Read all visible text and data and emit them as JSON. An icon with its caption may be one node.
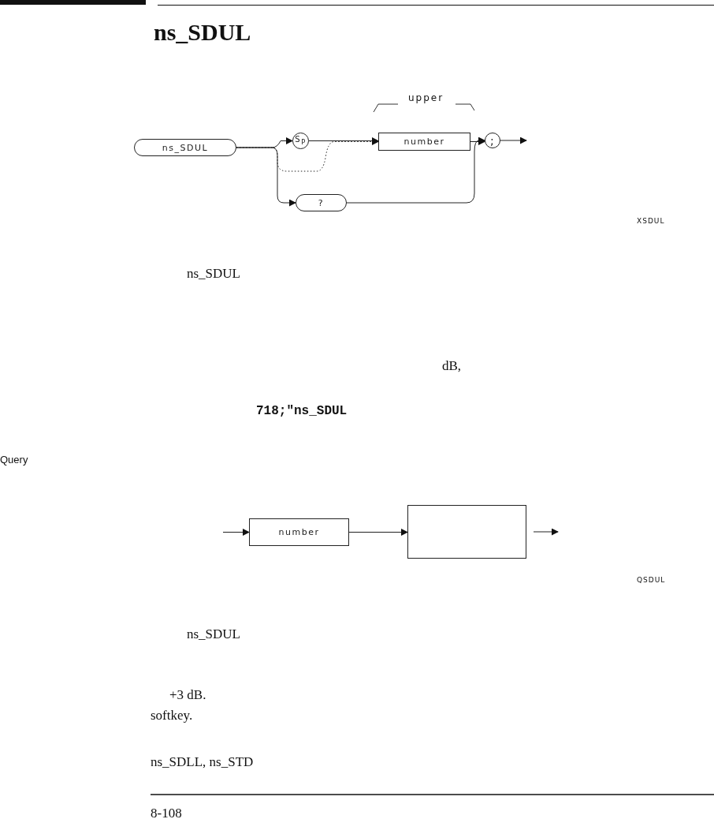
{
  "diagram": {
    "title": "ns_SDUL",
    "nodes": [
      {
        "text": [
          "ns_SDUL"
        ]
      },
      {
        "text": [
          "S$_{P}$"
        ]
      },
      {
        "text": [
          "number"
        ]
      },
      {
        "text": [
          ";"
        ]
      },
      {
        "text": [
          "?"
        ]
      },
      {
        "text": [
          "number"
        ]
      },
      {
        "text": [],
        "shape": "box"
      }
    ],
    "edges": [
      {
        "from": 0,
        "to": 1,
        "arrow": "to"
      },
      {
        "from": 1,
        "to": 2,
        "arrow": "to"
      },
      {
        "from": 0,
        "to": 2,
        "arrow": "to",
        "style": "dashed"
      },
      {
        "from": 0,
        "to": 4,
        "arrow": "to"
      },
      {
        "from": 2,
        "to": 3,
        "arrow": "to"
      },
      {
        "from": 4,
        "to": 3,
        "arrow": "to"
      },
      {
        "from": 3,
        "to": null,
        "arrow": "to"
      },
      {
        "from": null,
        "to": 5,
        "arrow": "to"
      },
      {
        "from": 5,
        "to": 6,
        "arrow": "to"
      },
      {
        "from": 6,
        "to": null,
        "arrow": "to"
      }
    ],
    "labels": [
      "upper",
      "XSDUL",
      "ns_SDUL",
      "dB,",
      "718;\"ns_SDUL",
      "Query",
      "QSDUL",
      "ns_SDUL",
      "+3 dB.",
      "softkey.",
      "ns_SDLL, ns_STD",
      "8-108"
    ]
  }
}
